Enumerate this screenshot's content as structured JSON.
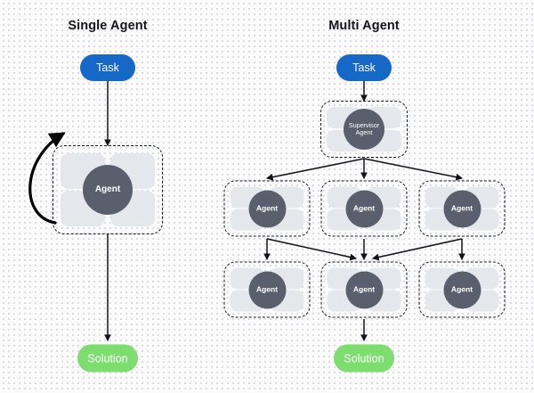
{
  "diagram": {
    "title_single": "Single Agent",
    "title_multi": "Multi Agent",
    "colors": {
      "task": "#1668c8",
      "solution": "#7ddd6f",
      "agent_circle": "#5a5f6e",
      "agent_quadrant": "#e4e7ec",
      "edge": "#111316",
      "box_border": "#16181d",
      "background": "#fbfbfc",
      "title_text": "#15161a"
    },
    "labels": {
      "task": "Task",
      "solution": "Solution",
      "agent": "Agent",
      "supervisor_line1": "Supervisor",
      "supervisor_line2": "Agent"
    }
  },
  "single_agent": {
    "title": "Single Agent",
    "nodes": {
      "task": "Task",
      "agent": "Agent",
      "solution": "Solution"
    },
    "feedback_loop": "self-loop"
  },
  "multi_agent": {
    "title": "Multi Agent",
    "nodes": {
      "task": "Task",
      "supervisor_line1": "Supervisor",
      "supervisor_line2": "Agent",
      "solution": "Solution"
    },
    "row_middle": [
      {
        "label": "Agent"
      },
      {
        "label": "Agent"
      },
      {
        "label": "Agent"
      }
    ],
    "row_bottom": [
      {
        "label": "Agent"
      },
      {
        "label": "Agent"
      },
      {
        "label": "Agent"
      }
    ]
  }
}
